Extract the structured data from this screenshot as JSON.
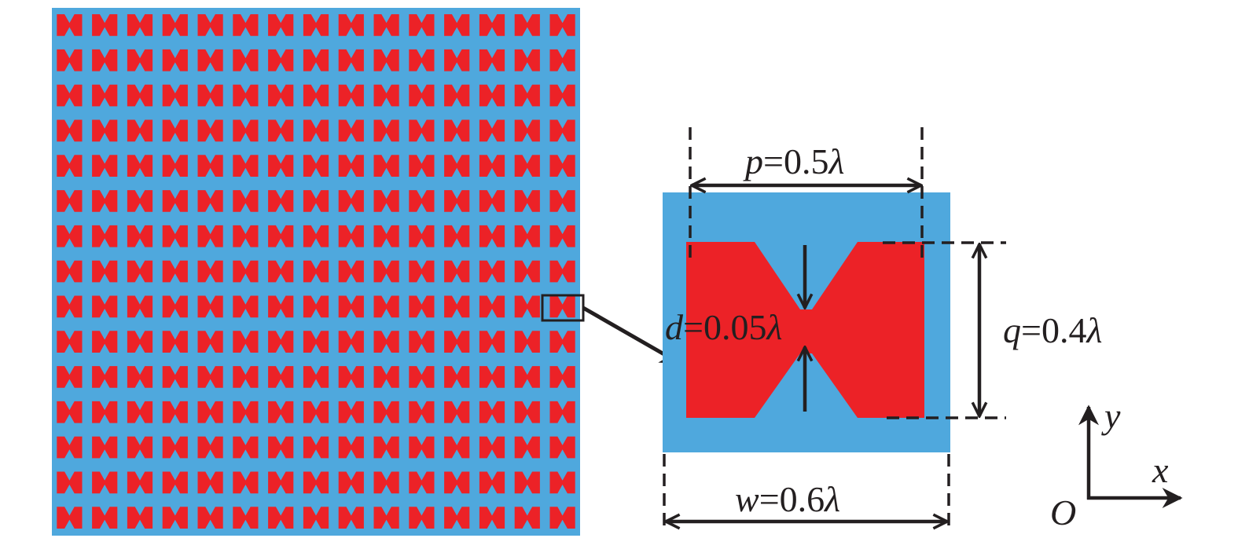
{
  "colors": {
    "substrate": "#4fa8dd",
    "patch": "#ec2227",
    "line": "#231f20",
    "background": "#ffffff"
  },
  "array": {
    "rows": 15,
    "cols": 15
  },
  "labels": {
    "p": {
      "var": "p",
      "value": "=0.5",
      "unit": "λ"
    },
    "d": {
      "var": "d",
      "value": "=0.05",
      "unit": "λ"
    },
    "q": {
      "var": "q",
      "value": "=0.4",
      "unit": "λ"
    },
    "w": {
      "var": "w",
      "value": "=0.6",
      "unit": "λ"
    }
  },
  "axes": {
    "y": "y",
    "x": "x",
    "origin": "O"
  }
}
